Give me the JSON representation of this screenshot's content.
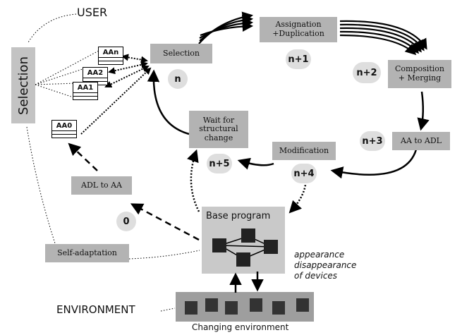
{
  "user_label": "USER",
  "environment_label": "ENVIRONMENT",
  "selection_vertical": "Selection",
  "boxes": {
    "selection": "Selection",
    "assignation": [
      "Assignation",
      "+Duplication"
    ],
    "composition": [
      "Composition",
      "+ Merging"
    ],
    "aa_to_adl": "AA to ADL",
    "modification": "Modification",
    "wait": [
      "Wait for",
      "structural",
      "change"
    ],
    "adl_to_aa": "ADL to AA",
    "self_adaptation": "Self-adaptation"
  },
  "steps": {
    "n": "n",
    "n1": "n+1",
    "n2": "n+2",
    "n3": "n+3",
    "n4": "n+4",
    "n5": "n+5",
    "zero": "0"
  },
  "aa_items": [
    "AAn",
    "AA2",
    "AA1",
    "AA0"
  ],
  "base_program": "Base program",
  "devices_note": [
    "appearance",
    "disappearance",
    "of devices"
  ],
  "changing_environment": "Changing environment"
}
